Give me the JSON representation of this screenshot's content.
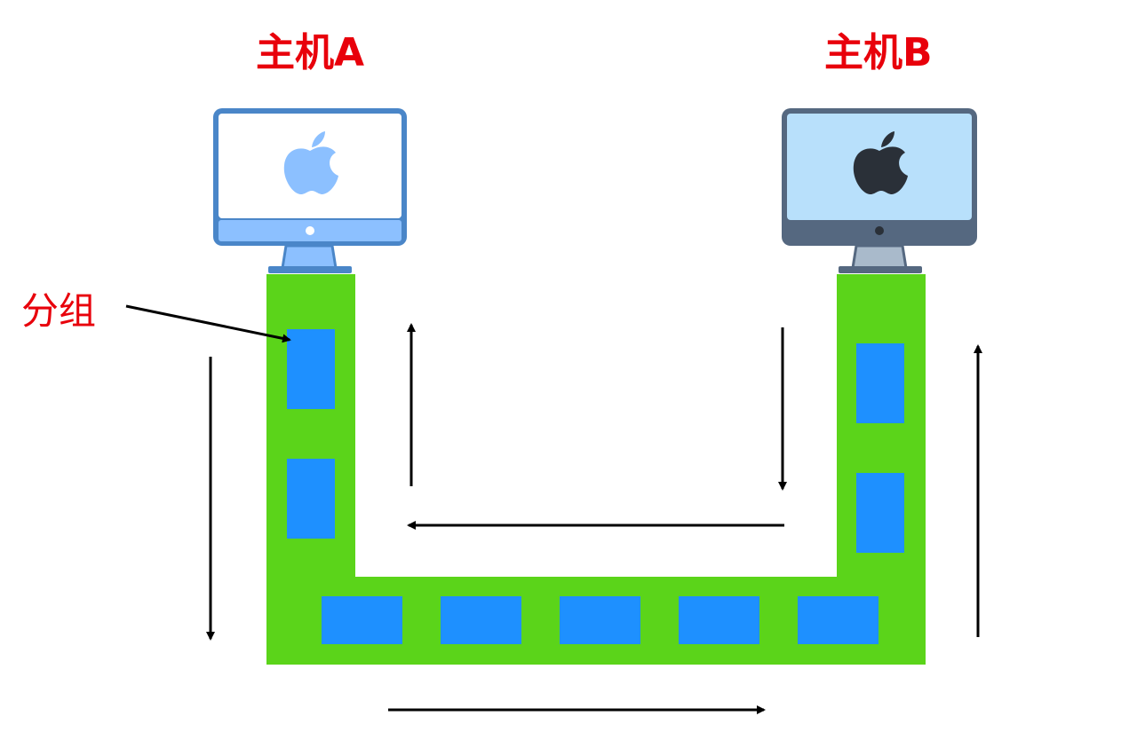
{
  "hosts": {
    "a": {
      "label": "主机A",
      "icon": "apple-icon"
    },
    "b": {
      "label": "主机B",
      "icon": "apple-icon"
    }
  },
  "callout": {
    "label": "分组"
  },
  "colors": {
    "label_red": "#e8000b",
    "link_green": "#5bd41a",
    "packet_blue": "#1e90ff",
    "host_a_frame": "#4a86c8",
    "host_a_screen": "#ffffff",
    "host_a_logo": "#8cc0ff",
    "host_b_frame": "#556880",
    "host_b_screen": "#b8e0fb",
    "host_b_logo": "#2a3038",
    "arrow": "#000000"
  },
  "packets": {
    "left_vertical": 2,
    "bottom_horizontal": 5,
    "right_vertical": 2
  }
}
